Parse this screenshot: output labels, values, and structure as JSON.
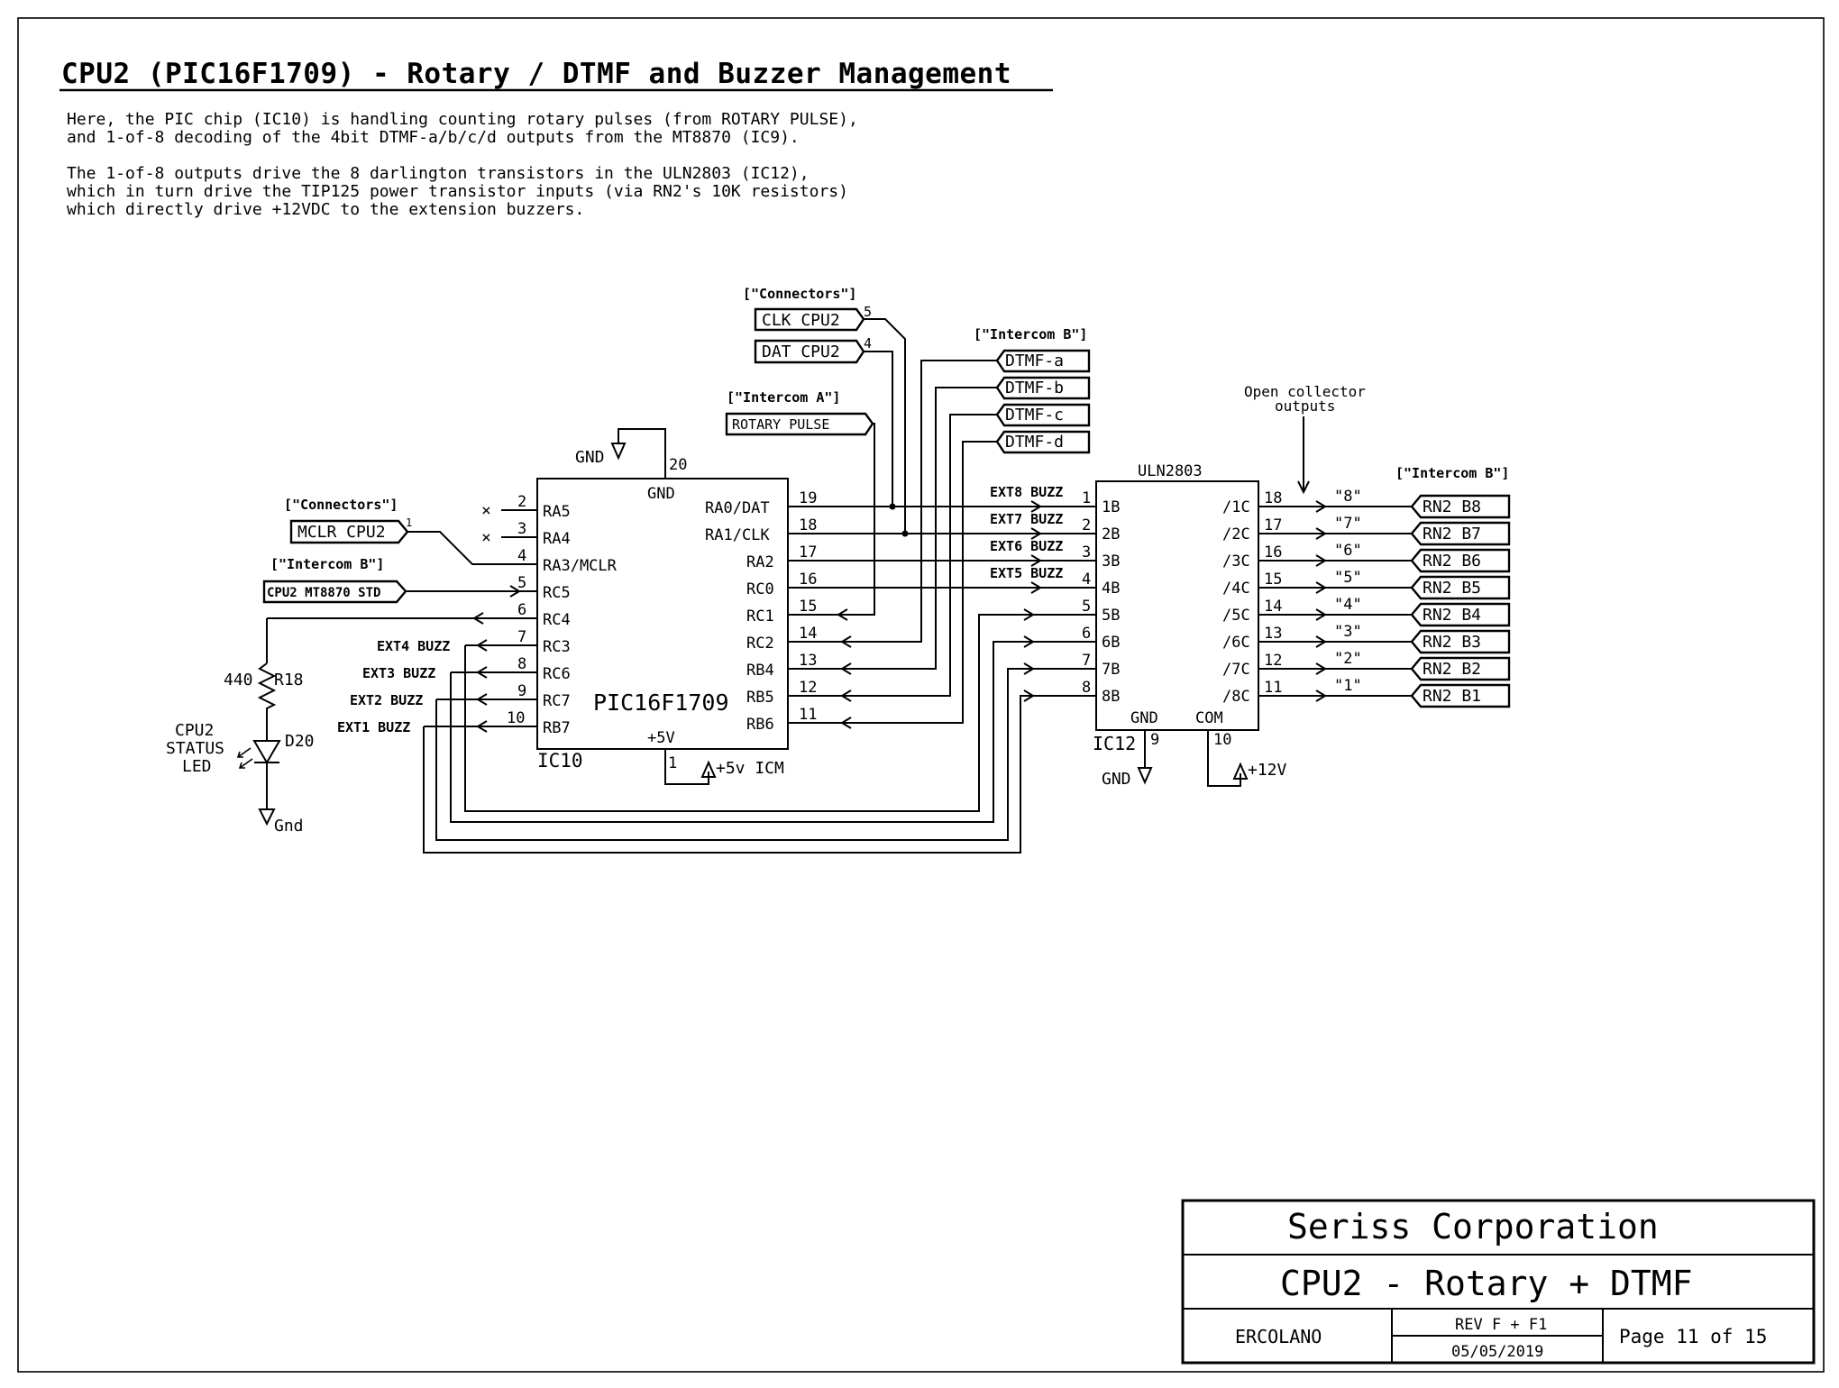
{
  "sheet": {
    "title": "CPU2 (PIC16F1709) - Rotary / DTMF and Buzzer Management",
    "description": [
      "Here, the PIC chip (IC10) is handling counting rotary pulses (from ROTARY PULSE),",
      "and 1-of-8 decoding of the 4bit DTMF-a/b/c/d outputs from the MT8870 (IC9).",
      "The 1-of-8 outputs drive the 8 darlington transistors in the ULN2803 (IC12),",
      "which in turn drive the TIP125 power transistor inputs (via RN2's 10K resistors)",
      "which directly drive +12VDC to the extension buzzers."
    ]
  },
  "titleblock": {
    "company": "Seriss Corporation",
    "sheet_name": "CPU2 - Rotary + DTMF",
    "author": "ERCOLANO",
    "rev": "REV F + F1",
    "date": "05/05/2019",
    "page": "Page 11 of 15"
  },
  "ic10": {
    "ref": "IC10",
    "part": "PIC16F1709",
    "gnd_label": "GND",
    "vcc_label": "+5V",
    "gnd_pin": "20",
    "vcc_pin": "1",
    "gnd_net": "GND",
    "vcc_net": "+5v ICM",
    "left_pins": [
      {
        "num": "2",
        "name": "RA5"
      },
      {
        "num": "3",
        "name": "RA4"
      },
      {
        "num": "4",
        "name": "RA3/MCLR"
      },
      {
        "num": "5",
        "name": "RC5"
      },
      {
        "num": "6",
        "name": "RC4"
      },
      {
        "num": "7",
        "name": "RC3"
      },
      {
        "num": "8",
        "name": "RC6"
      },
      {
        "num": "9",
        "name": "RC7"
      },
      {
        "num": "10",
        "name": "RB7"
      }
    ],
    "right_pins": [
      {
        "num": "19",
        "name": "RA0/DAT"
      },
      {
        "num": "18",
        "name": "RA1/CLK"
      },
      {
        "num": "17",
        "name": "RA2"
      },
      {
        "num": "16",
        "name": "RC0"
      },
      {
        "num": "15",
        "name": "RC1"
      },
      {
        "num": "14",
        "name": "RC2"
      },
      {
        "num": "13",
        "name": "RB4"
      },
      {
        "num": "12",
        "name": "RB5"
      },
      {
        "num": "11",
        "name": "RB6"
      }
    ],
    "nc_mark": "×"
  },
  "ic12": {
    "ref": "IC12",
    "part": "ULN2803",
    "gnd_label": "GND",
    "com_label": "COM",
    "gnd_pin": "9",
    "com_pin": "10",
    "gnd_net": "GND",
    "com_net": "+12V",
    "inputs": [
      {
        "num": "1",
        "name": "1B",
        "net": "EXT8 BUZZ"
      },
      {
        "num": "2",
        "name": "2B",
        "net": "EXT7 BUZZ"
      },
      {
        "num": "3",
        "name": "3B",
        "net": "EXT6 BUZZ"
      },
      {
        "num": "4",
        "name": "4B",
        "net": "EXT5 BUZZ"
      },
      {
        "num": "5",
        "name": "5B",
        "net": ""
      },
      {
        "num": "6",
        "name": "6B",
        "net": ""
      },
      {
        "num": "7",
        "name": "7B",
        "net": ""
      },
      {
        "num": "8",
        "name": "8B",
        "net": ""
      }
    ],
    "outputs": [
      {
        "num": "18",
        "name": "/1C",
        "quote": "\"8\"",
        "port": "RN2 B8"
      },
      {
        "num": "17",
        "name": "/2C",
        "quote": "\"7\"",
        "port": "RN2 B7"
      },
      {
        "num": "16",
        "name": "/3C",
        "quote": "\"6\"",
        "port": "RN2 B6"
      },
      {
        "num": "15",
        "name": "/4C",
        "quote": "\"5\"",
        "port": "RN2 B5"
      },
      {
        "num": "14",
        "name": "/5C",
        "quote": "\"4\"",
        "port": "RN2 B4"
      },
      {
        "num": "13",
        "name": "/6C",
        "quote": "\"3\"",
        "port": "RN2 B3"
      },
      {
        "num": "12",
        "name": "/7C",
        "quote": "\"2\"",
        "port": "RN2 B2"
      },
      {
        "num": "11",
        "name": "/8C",
        "quote": "\"1\"",
        "port": "RN2 B1"
      }
    ],
    "open_collector_note": [
      "Open collector",
      "outputs"
    ]
  },
  "ports": {
    "connectors_top_group": "[\"Connectors\"]",
    "clk": "CLK CPU2",
    "clk_pin": "5",
    "dat": "DAT CPU2",
    "dat_pin": "4",
    "intercom_b_group": "[\"Intercom B\"]",
    "dtmf": [
      "DTMF-a",
      "DTMF-b",
      "DTMF-c",
      "DTMF-d"
    ],
    "intercom_a_group": "[\"Intercom A\"]",
    "rotary": "ROTARY PULSE",
    "connectors_left_group": "[\"Connectors\"]",
    "mclr": "MCLR CPU2",
    "mclr_pin": "1",
    "intercom_b_left_group": "[\"Intercom B\"]",
    "mt8870": "CPU2 MT8870 STD",
    "intercom_b_right_group": "[\"Intercom B\"]"
  },
  "buzz_nets": [
    "EXT4 BUZZ",
    "EXT3 BUZZ",
    "EXT2 BUZZ",
    "EXT1 BUZZ"
  ],
  "led_circuit": {
    "resistor_value": "440",
    "resistor_ref": "R18",
    "led_ref": "D20",
    "led_label": [
      "CPU2",
      "STATUS",
      "LED"
    ],
    "gnd_label": "Gnd"
  }
}
